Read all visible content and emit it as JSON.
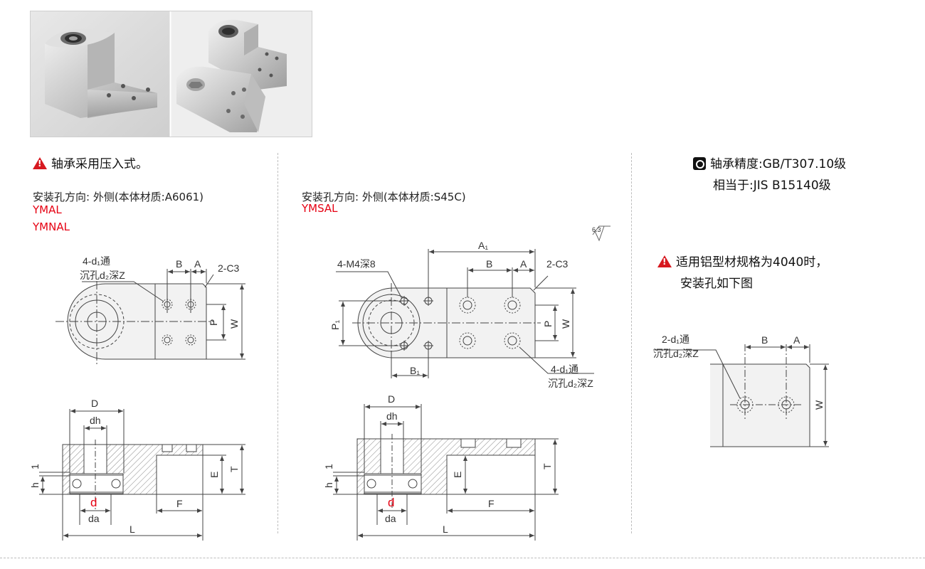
{
  "photos": {
    "left_alt": "",
    "right_alt": ""
  },
  "col1": {
    "note": "轴承采用压入式。",
    "hole_dir": "安装孔方向: 外侧(本体材质:A6061)",
    "model1": "YMAL",
    "model2": "YMNAL"
  },
  "col2": {
    "hole_dir": "安装孔方向: 外侧(本体材质:S45C)",
    "model1": "YMSAL",
    "roughness": "6.3"
  },
  "col3": {
    "precision1": "轴承精度:GB/T307.10级",
    "precision2": "相当于:JIS B15140级",
    "note1": "适用铝型材规格为4040时，",
    "note2": "安装孔如下图"
  },
  "dims": {
    "d1_4": "4-d₁通",
    "d1_2": "2-d₁通",
    "counter": "沉孔d₂深Z",
    "B": "B",
    "A": "A",
    "C3": "2-C3",
    "W": "W",
    "P": "P",
    "D": "D",
    "dh": "dh",
    "h": "h",
    "one": "1",
    "d": "d",
    "da": "da",
    "E": "E",
    "T": "T",
    "F": "F",
    "L": "L",
    "A1": "A₁",
    "B1": "B₁",
    "P1": "P₁",
    "M4": "4-M4深8"
  },
  "colors": {
    "accent_red": "#e60012",
    "warning_red": "#d71920"
  },
  "icons": [
    "warning-icon",
    "target-circle-icon"
  ]
}
